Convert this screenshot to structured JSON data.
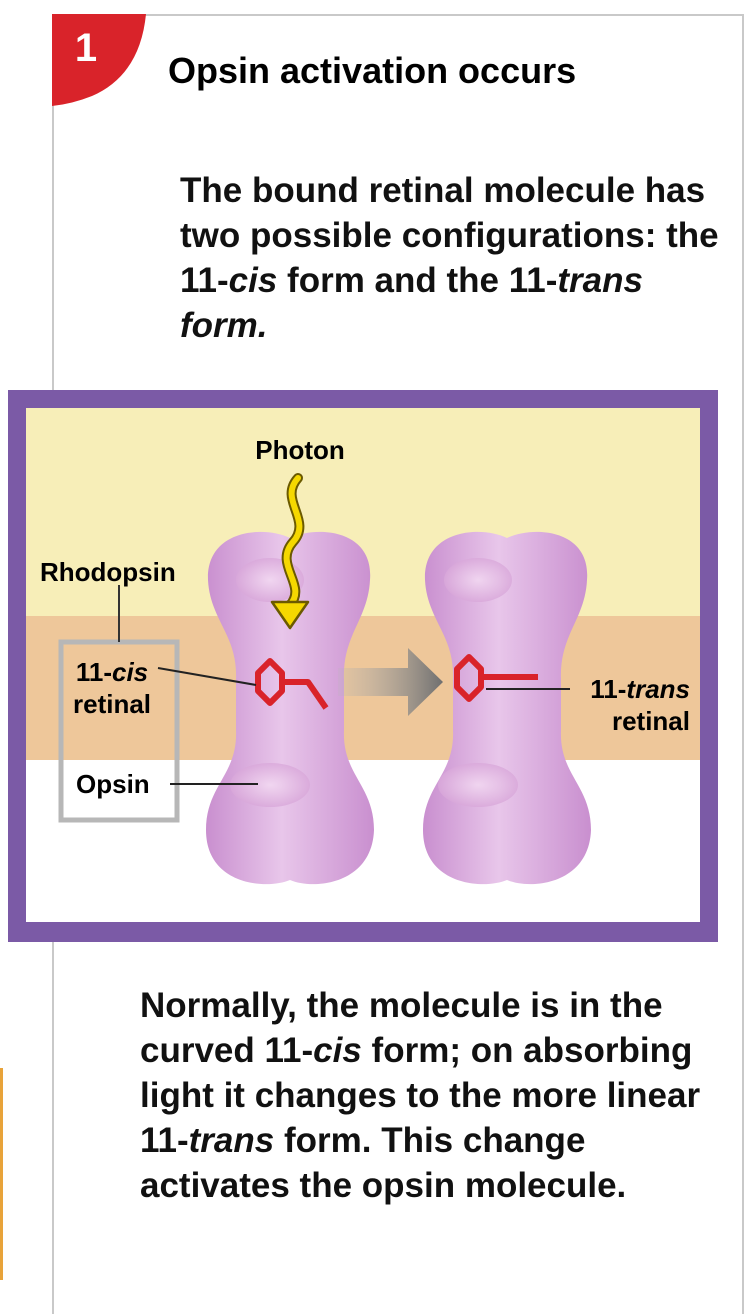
{
  "step": {
    "number": "1",
    "title": "Opsin activation occurs"
  },
  "intro": {
    "part1": "The bound retinal molecule has two possible configurations: the 11-",
    "cis": "cis",
    "part2": " form and the 11-",
    "trans_form": "trans form."
  },
  "labels": {
    "photon": "Photon",
    "rhodopsin": "Rhodopsin",
    "cis_prefix": "11-",
    "cis_italic": "cis",
    "cis_retinal": "retinal",
    "opsin": "Opsin",
    "trans_prefix": "11-",
    "trans_italic": "trans",
    "trans_retinal": "retinal"
  },
  "conclusion": {
    "part1": "Normally, the molecule is in the curved 11-",
    "cis": "cis",
    "part2": " form; on absorbing light it changes to the more linear 11-",
    "trans": "trans",
    "part3": " form. This change activates the opsin molecule."
  },
  "colors": {
    "step_red": "#d9232a",
    "frame_purple": "#7b5aa6",
    "outer_layer": "#f7eeb8",
    "membrane": "#eec79a",
    "opsin_fill": "#d9a8da",
    "retinal_red": "#d9232a",
    "photon_yellow": "#f5d800"
  }
}
